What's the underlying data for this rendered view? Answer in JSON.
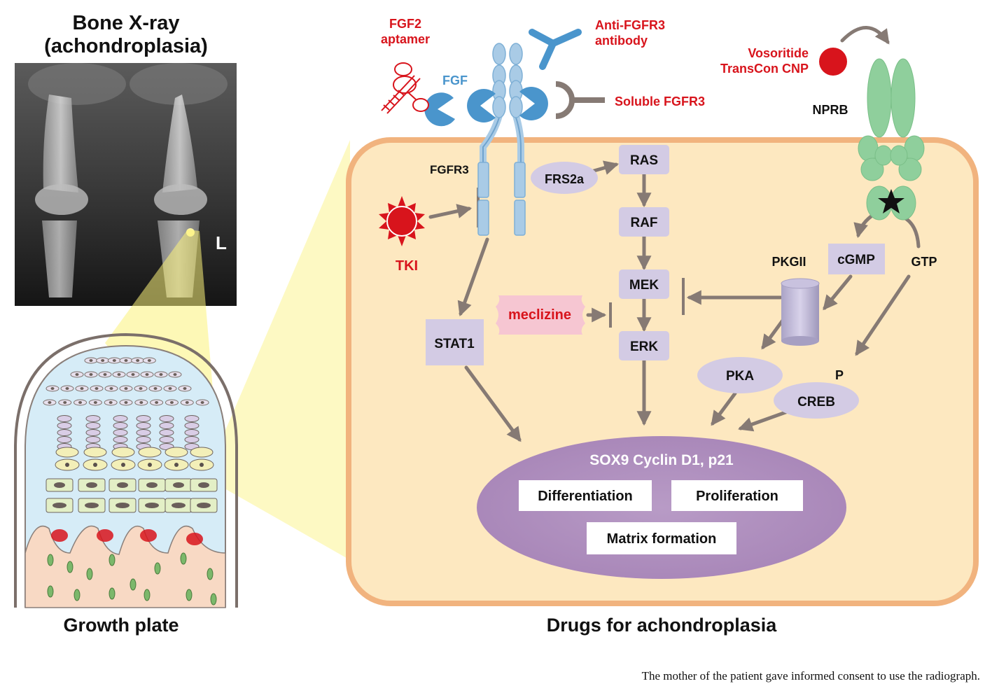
{
  "xray": {
    "title_line1": "Bone X-ray",
    "title_line2": "(achondroplasia)",
    "side_marker": "L"
  },
  "growth_plate": {
    "label": "Growth plate"
  },
  "main": {
    "title": "Drugs for achondroplasia"
  },
  "drugs": {
    "fgf2_aptamer_line1": "FGF2",
    "fgf2_aptamer_line2": "aptamer",
    "anti_fgfr3_line1": "Anti-FGFR3",
    "anti_fgfr3_line2": "antibody",
    "soluble_fgfr3": "Soluble FGFR3",
    "vosoritide_line1": "Vosoritide",
    "vosoritide_line2": "TransCon CNP",
    "tki": "TKI",
    "meclizine": "meclizine"
  },
  "molecules": {
    "fgf": "FGF",
    "fgfr3": "FGFR3",
    "frs2a": "FRS2a",
    "ras": "RAS",
    "raf": "RAF",
    "mek": "MEK",
    "erk": "ERK",
    "stat1": "STAT1",
    "nprb": "NPRB",
    "cgmp": "cGMP",
    "gtp": "GTP",
    "pkgii": "PKGII",
    "pka": "PKA",
    "p": "P",
    "creb": "CREB"
  },
  "nucleus": {
    "title": "SOX9 Cyclin D1, p21",
    "differentiation": "Differentiation",
    "proliferation": "Proliferation",
    "matrix_formation": "Matrix formation"
  },
  "caption": "The mother of the patient gave informed consent to use the radiograph.",
  "colors": {
    "drug_red": "#d8141c",
    "fgf_blue": "#4a95cc",
    "receptor_blue": "#a9cbe6",
    "cell_fill": "#fde8c0",
    "cell_border": "#f1b37e",
    "node_lavender": "#d3cbe4",
    "nucleus_purple": "#b191bf",
    "nprb_green": "#8fcf9c",
    "arrow_gray": "#867a74",
    "meclizine_pink": "#f6c6d2"
  }
}
